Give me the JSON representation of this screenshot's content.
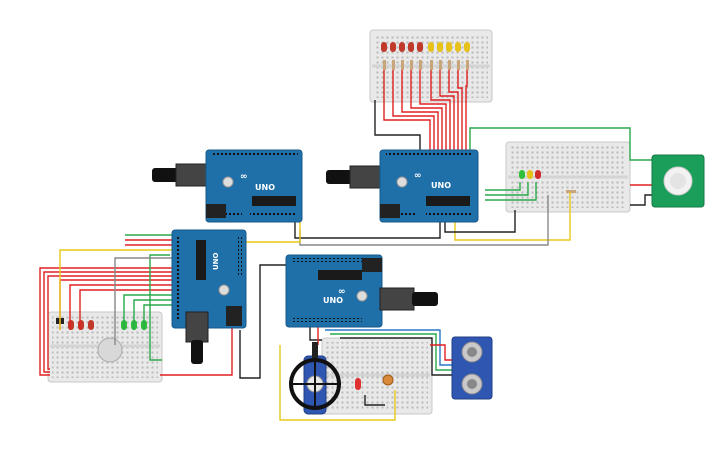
{
  "canvas": {
    "background": "#ffffff"
  },
  "colors": {
    "arduino": "#1f6fa8",
    "arduino_dark": "#175a8a",
    "breadboard": "#e9e9e9",
    "breadboard_line": "#c8c8c8",
    "wire_red": "#e02020",
    "wire_black": "#222222",
    "wire_green": "#2aa84a",
    "wire_yellow": "#e8c81a",
    "wire_blue": "#2a78c8",
    "wire_gray": "#888888",
    "pir": "#1b9e5a",
    "ultrasonic": "#2f56b0"
  },
  "boards": [
    {
      "id": "arduino-top-left",
      "model_label": "UNO",
      "brand": "ARDUINO"
    },
    {
      "id": "arduino-top-right",
      "model_label": "UNO",
      "brand": "ARDUINO"
    },
    {
      "id": "arduino-middle-left",
      "model_label": "UNO",
      "brand": "ARDUINO"
    },
    {
      "id": "arduino-middle-center",
      "model_label": "UNO",
      "brand": "ARDUINO"
    }
  ],
  "components": {
    "pir_sensor": "pir-sensor",
    "ultrasonic_sensor": "ultrasonic-sensor",
    "servo": "servo-motor",
    "buzzer": "piezo-buzzer",
    "photoresistor": "photoresistor"
  }
}
